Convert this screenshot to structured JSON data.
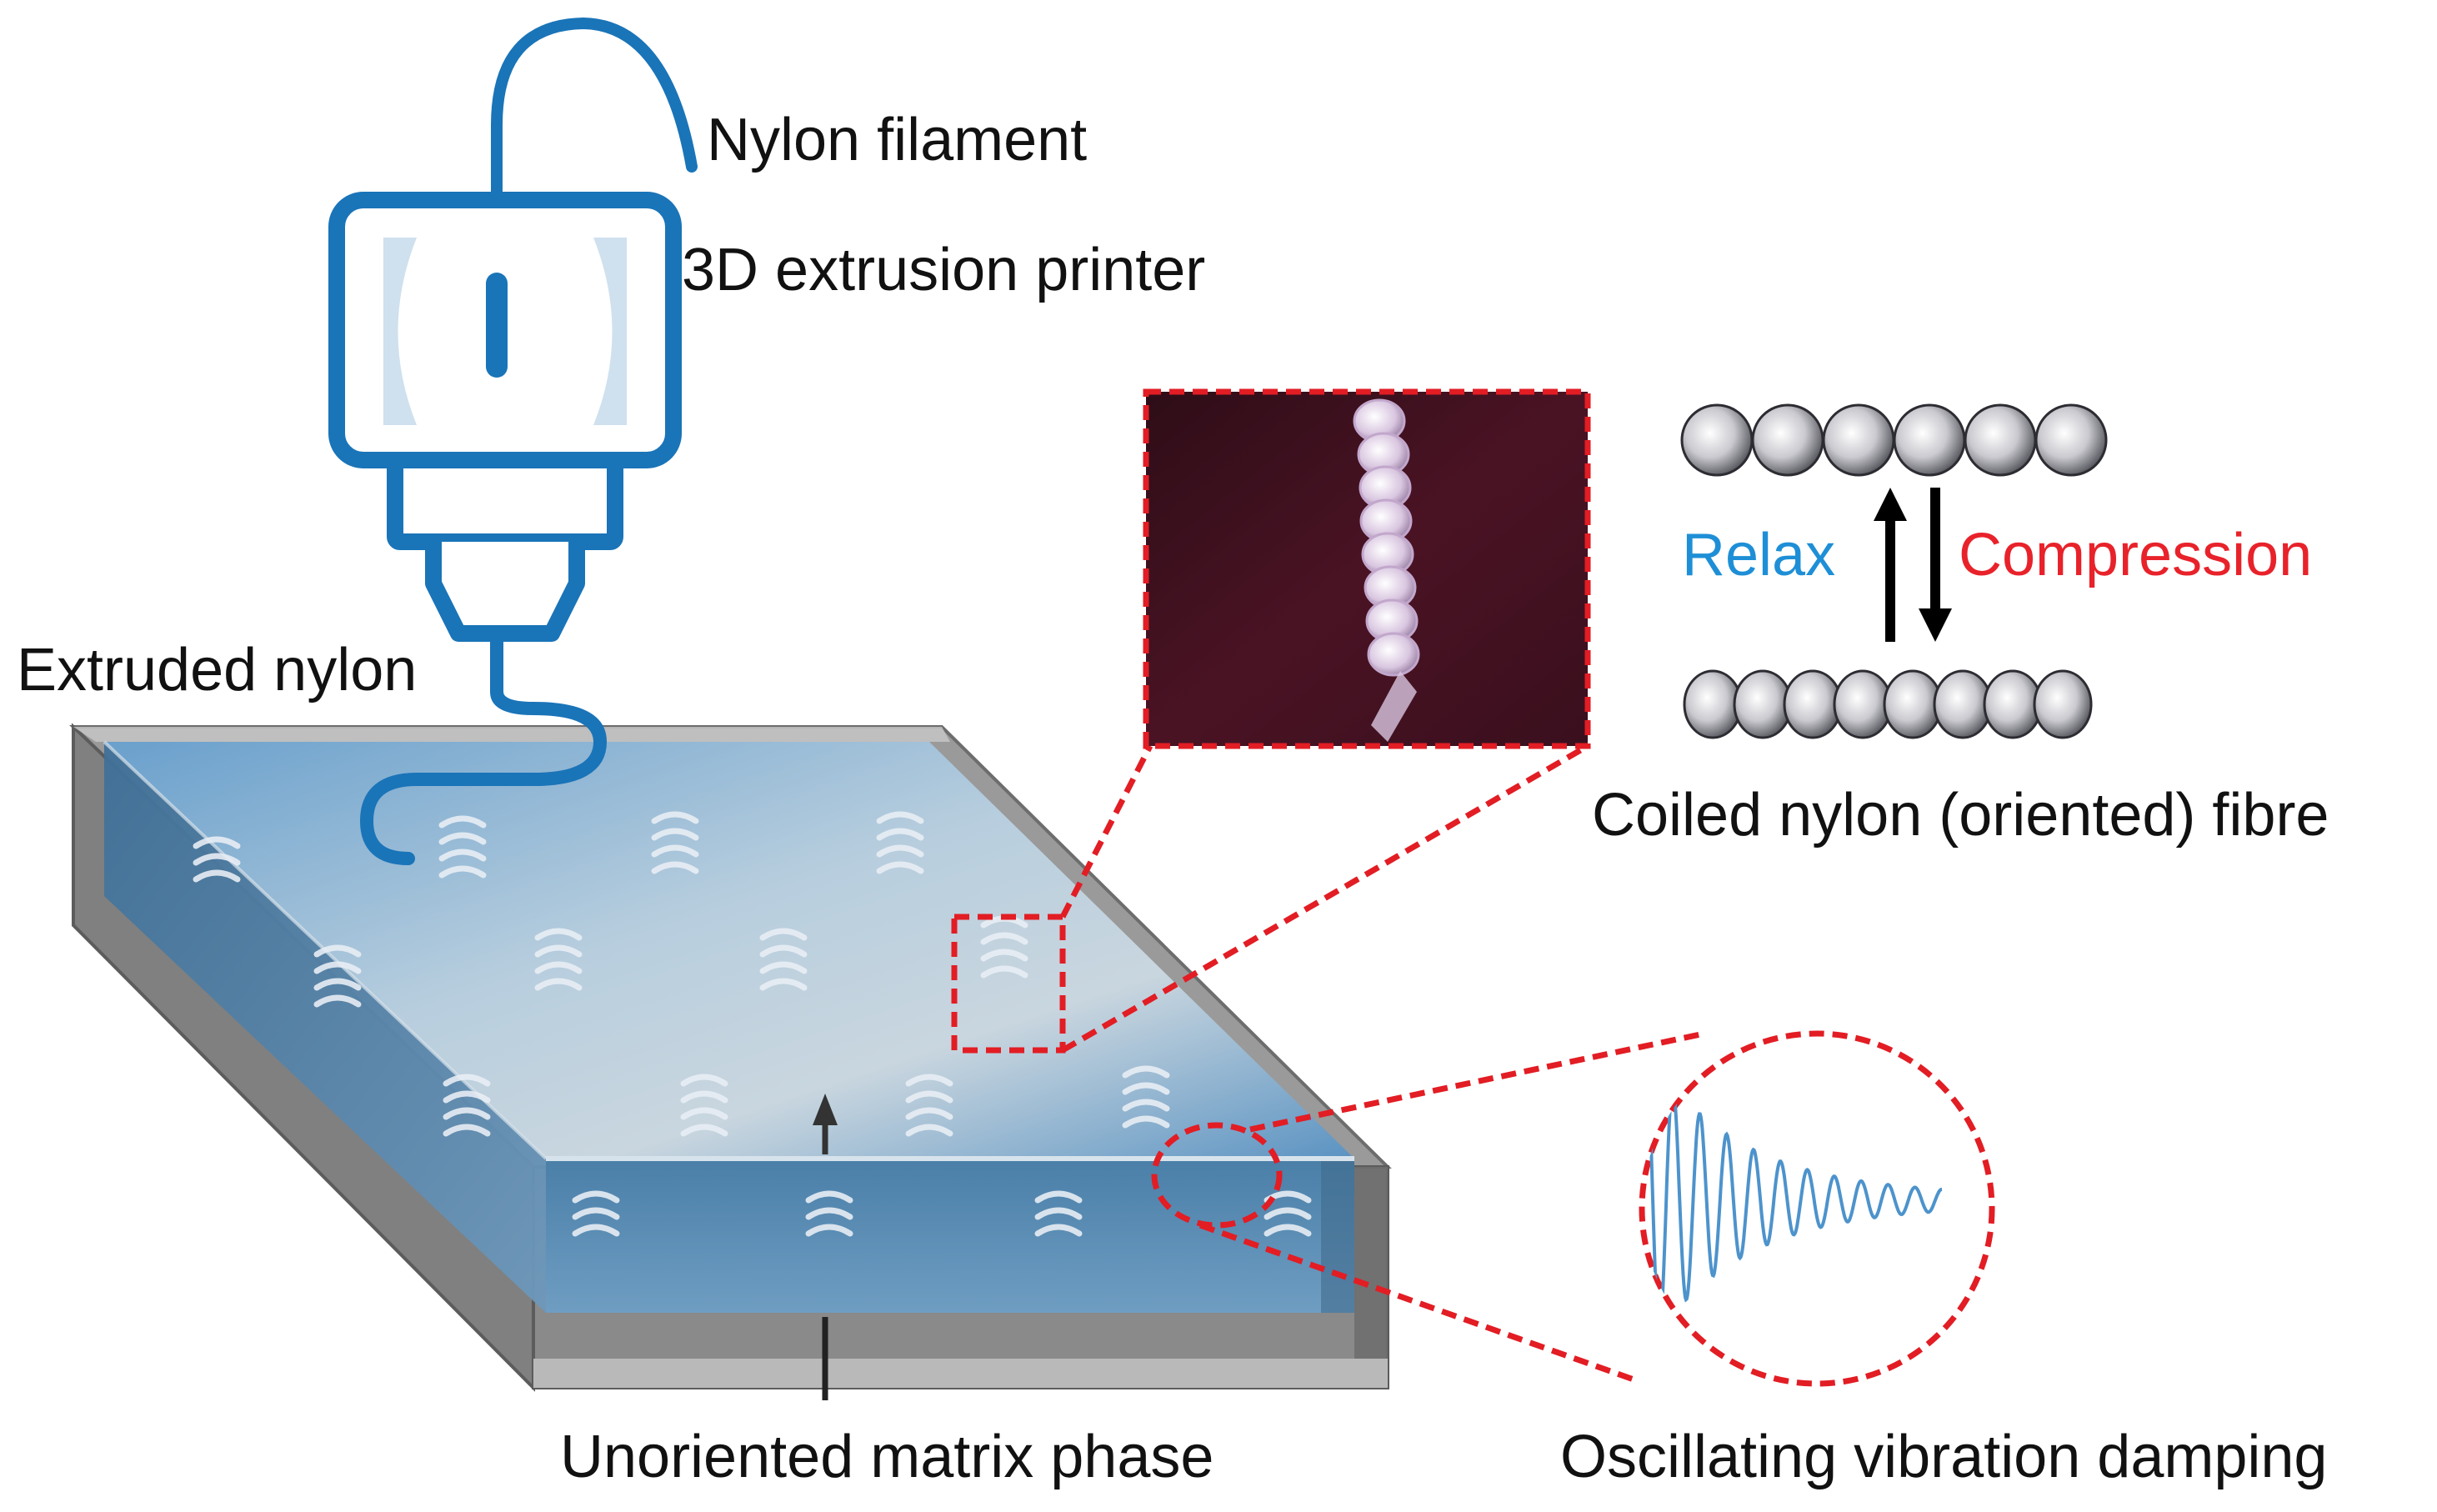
{
  "labels": {
    "nylon_filament": "Nylon filament",
    "printer": "3D extrusion printer",
    "extruded_nylon": "Extruded nylon",
    "relax": "Relax",
    "compression": "Compression",
    "coiled_fibre": "Coiled nylon (oriented) fibre",
    "matrix": "Unoriented matrix phase",
    "damping": "Oscillating vibration damping"
  },
  "colors": {
    "printer_blue": "#1a74b8",
    "relax_blue": "#1e8fd6",
    "compression_red": "#e8222a",
    "dashed_red": "#e21d24",
    "matrix_blue": "#8fb8d8",
    "frame_grey": "#8a8a8a",
    "photo_background": "#3a0f1e",
    "wave_blue": "#4d93cc"
  },
  "icons": {
    "printer": "printer-icon",
    "filament": "filament-icon",
    "coil": "coil-spring-icon",
    "arrow_up": "arrow-up-icon",
    "arrow_down": "arrow-down-icon",
    "wave": "damped-oscillation-icon"
  }
}
